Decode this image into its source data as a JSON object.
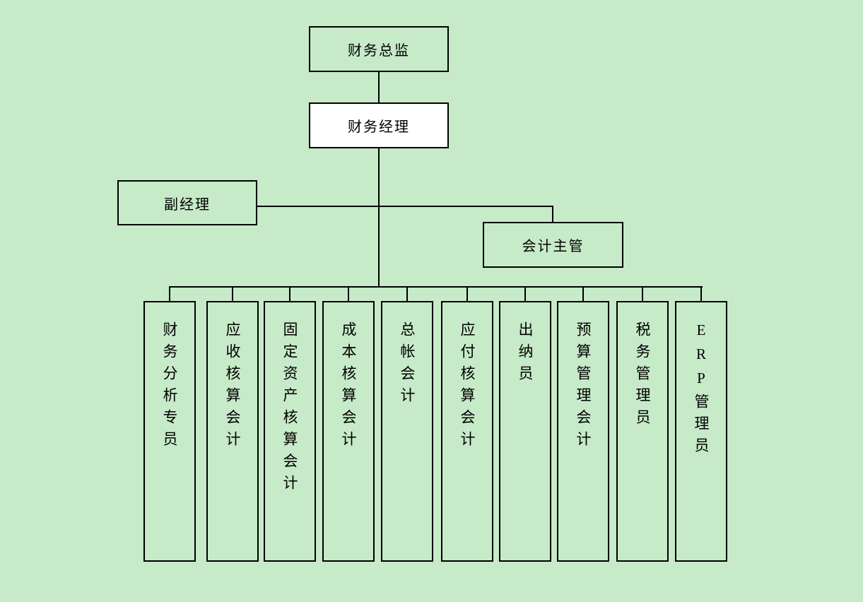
{
  "colors": {
    "background": "#c7eac9",
    "line": "#000000",
    "node_fill_default": "#c7eac9",
    "node_fill_manager": "#ffffff",
    "text": "#000000"
  },
  "nodes": {
    "director": {
      "label": "财务总监"
    },
    "manager": {
      "label": "财务经理"
    },
    "deputy": {
      "label": "副经理"
    },
    "supervisor": {
      "label": "会计主管"
    }
  },
  "positions": [
    {
      "label": "财务分析专员"
    },
    {
      "label": "应收核算会计"
    },
    {
      "label": "固定资产核算会计"
    },
    {
      "label": "成本核算会计"
    },
    {
      "label": "总帐会计"
    },
    {
      "label": "应付核算会计"
    },
    {
      "label": "出纳员"
    },
    {
      "label": "预算管理会计"
    },
    {
      "label": "税务管理员"
    },
    {
      "label": "ERP管理员"
    }
  ]
}
